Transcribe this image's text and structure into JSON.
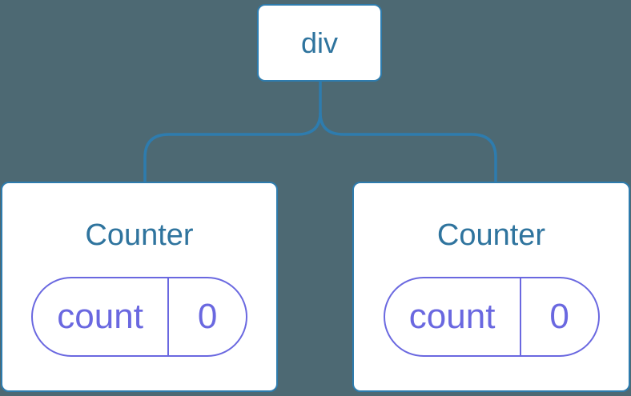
{
  "diagram": {
    "colors": {
      "background": "#4D6973",
      "line-blue": "#2E7CAE",
      "text-blue": "#2F749E",
      "state-purple": "#6A68E0",
      "card-background": "#FFFFFF"
    },
    "root": {
      "label": "div"
    },
    "children": [
      {
        "title": "Counter",
        "state": {
          "key": "count",
          "value": "0"
        }
      },
      {
        "title": "Counter",
        "state": {
          "key": "count",
          "value": "0"
        }
      }
    ]
  }
}
